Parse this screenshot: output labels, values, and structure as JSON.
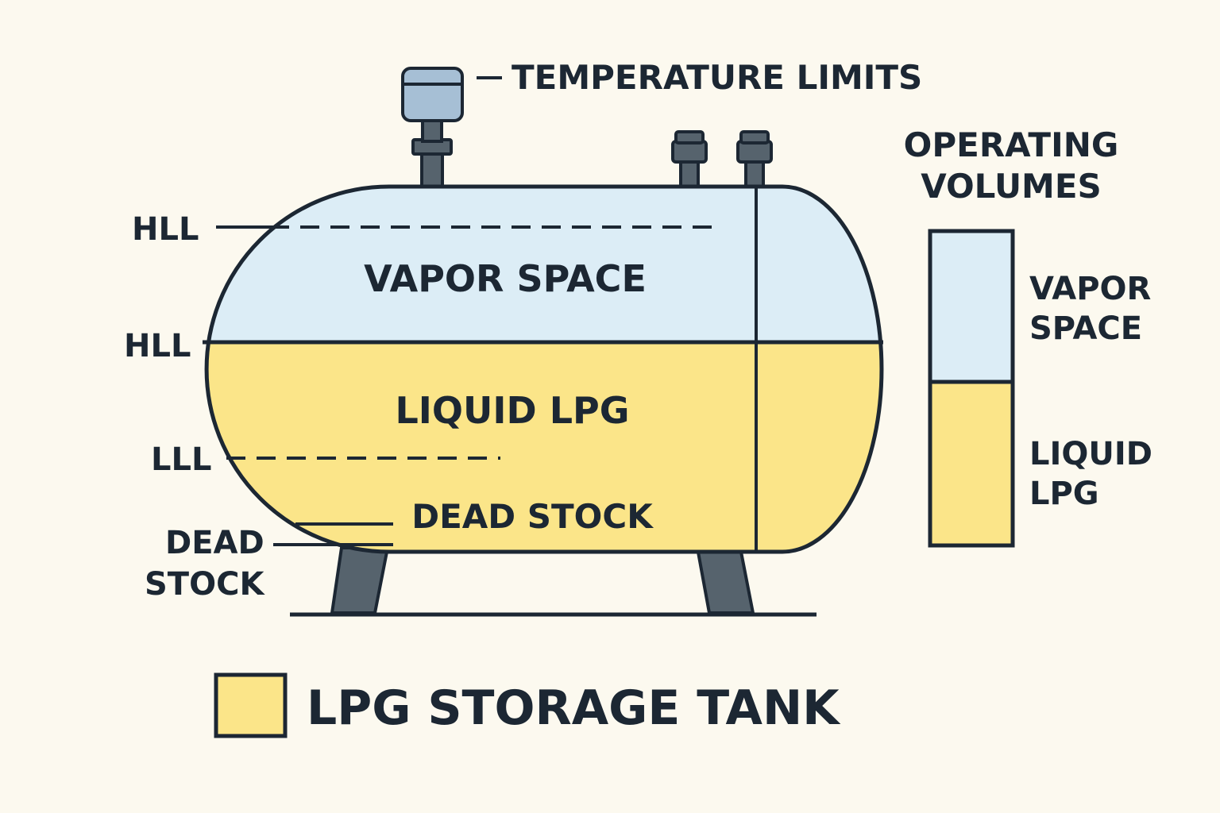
{
  "colors": {
    "background": "#fcf9ef",
    "vapor": "#dcedf6",
    "liquid": "#fbe589",
    "outline": "#1c2733",
    "sensor": "#a6bfd5",
    "steel": "#56636d"
  },
  "labels": {
    "temperature_limits": "TEMPERATURE LIMITS",
    "hll_upper": "HLL",
    "hll_lower": "HLL",
    "lll": "LLL",
    "dead_stock_side_1": "DEAD",
    "dead_stock_side_2": "STOCK",
    "vapor_space": "VAPOR SPACE",
    "liquid_lpg": "LIQUID LPG",
    "dead_stock_inner": "DEAD STOCK"
  },
  "operating_volumes": {
    "title_1": "OPERATING",
    "title_2": "VOLUMES",
    "vapor_label_1": "VAPOR",
    "vapor_label_2": "SPACE",
    "liquid_label_1": "LIQUID",
    "liquid_label_2": "LPG"
  },
  "legend": {
    "label": "LPG STORAGE TANK",
    "swatch_color": "#fbe589"
  },
  "icons": [
    "temperature-sensor-icon",
    "nozzle-icon",
    "nozzle-icon"
  ]
}
